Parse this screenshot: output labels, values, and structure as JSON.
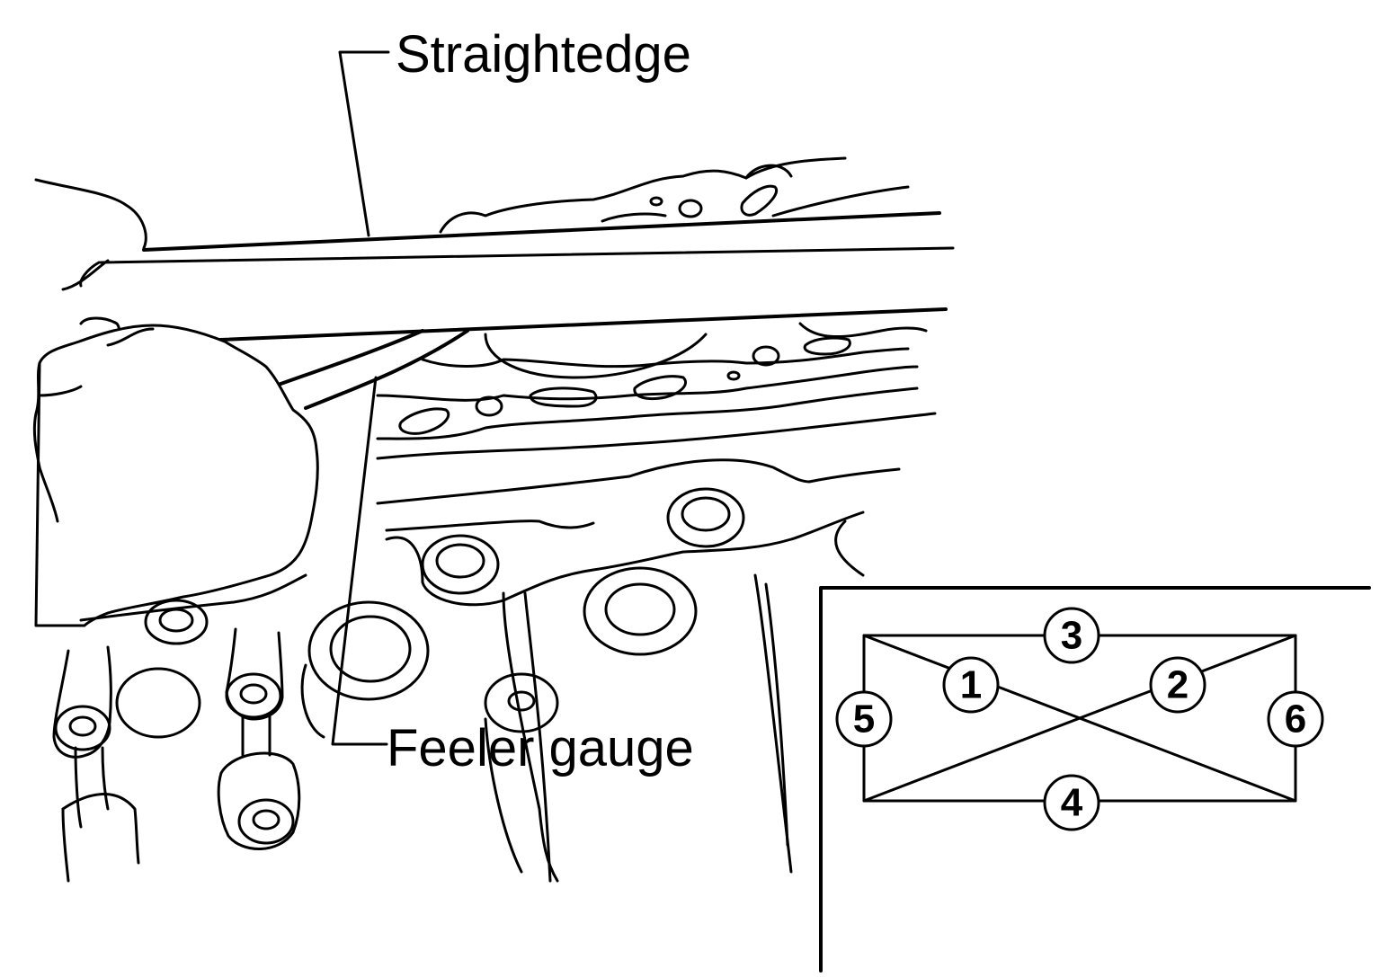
{
  "labels": {
    "straightedge": "Straightedge",
    "feeler_gauge": "Feeler gauge"
  },
  "inset": {
    "positions": [
      "1",
      "2",
      "3",
      "4",
      "5",
      "6"
    ]
  },
  "colors": {
    "ink": "#000000",
    "paper": "#ffffff"
  }
}
